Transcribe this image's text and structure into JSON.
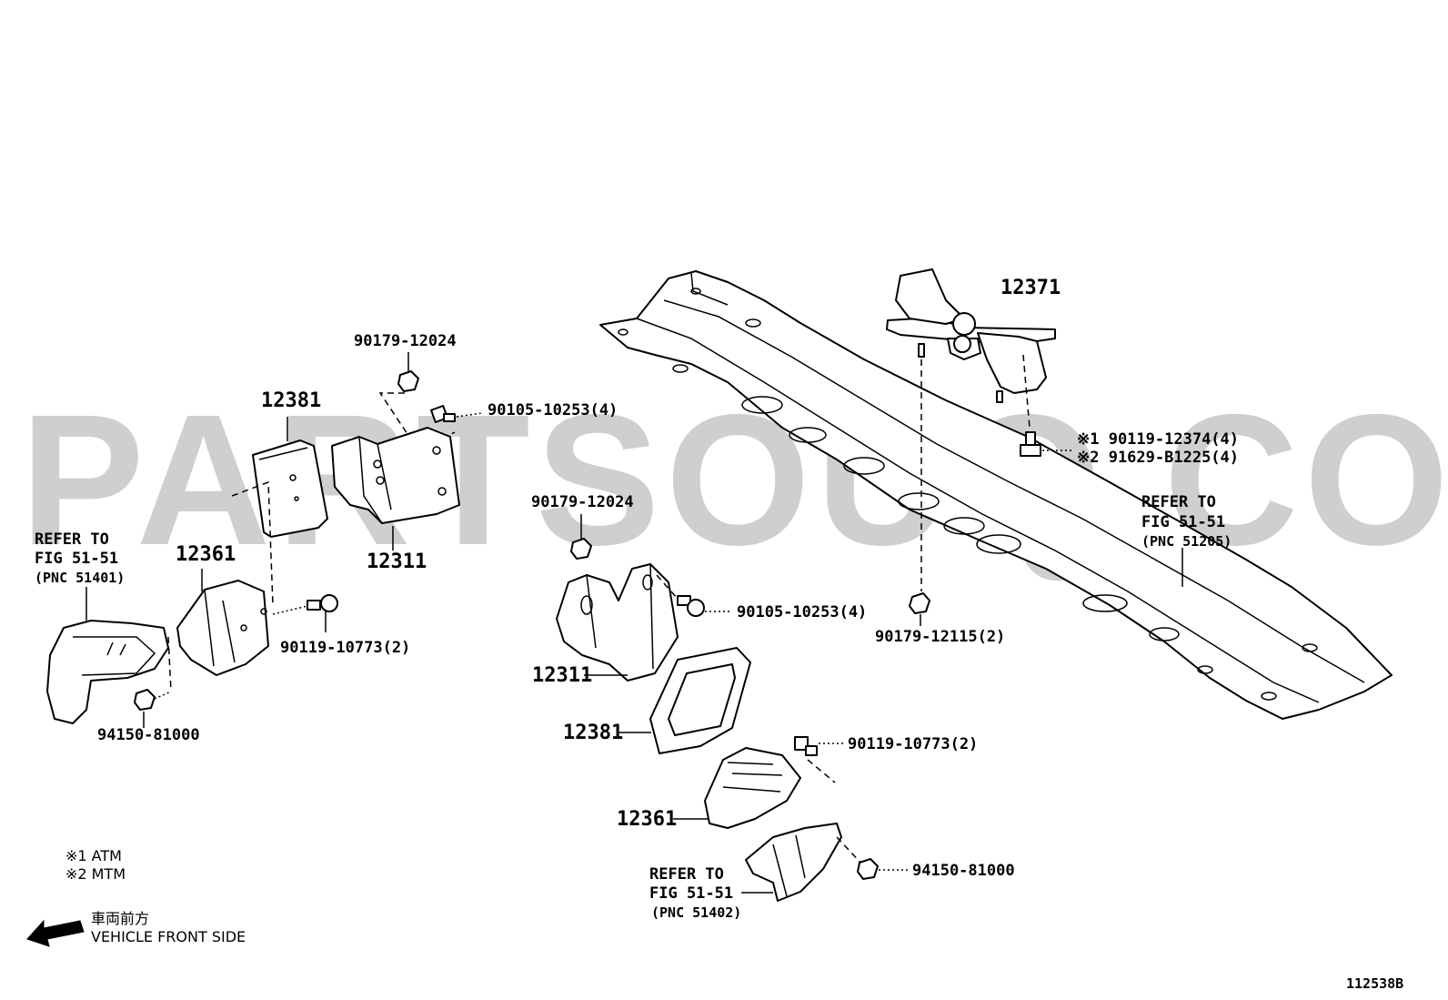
{
  "watermark": "PARTSOUQ.COM",
  "figure_id": "112538B",
  "legend": {
    "note1": "※1  ATM",
    "note2": "※2  MTM",
    "front_jp": "車両前方",
    "front_en": "VEHICLE FRONT SIDE"
  },
  "labels": {
    "p12381_left": "12381",
    "p12311_left": "12311",
    "p12361_left": "12361",
    "p90179_12024_left": "90179-12024",
    "p90105_10253_left": "90105-10253(4)",
    "p90119_10773_left": "90119-10773(2)",
    "p94150_81000_left": "94150-81000",
    "refer_left_1": "REFER TO",
    "refer_left_2": "FIG 51-51",
    "refer_left_3": "(PNC 51401)",
    "p12371": "12371",
    "p90119_12374": "※1 90119-12374(4)",
    "p91629_b1225": "※2 91629-B1225(4)",
    "refer_right_1": "REFER TO",
    "refer_right_2": "FIG 51-51",
    "refer_right_3": "(PNC 51205)",
    "p90179_12115": "90179-12115(2)",
    "p90179_12024_mid": "90179-12024",
    "p90105_10253_mid": "90105-10253(4)",
    "p12311_mid": "12311",
    "p12381_mid": "12381",
    "p90119_10773_mid": "90119-10773(2)",
    "p12361_mid": "12361",
    "p94150_81000_mid": "94150-81000",
    "refer_bottom_1": "REFER TO",
    "refer_bottom_2": "FIG 51-51",
    "refer_bottom_3": "(PNC 51402)"
  }
}
